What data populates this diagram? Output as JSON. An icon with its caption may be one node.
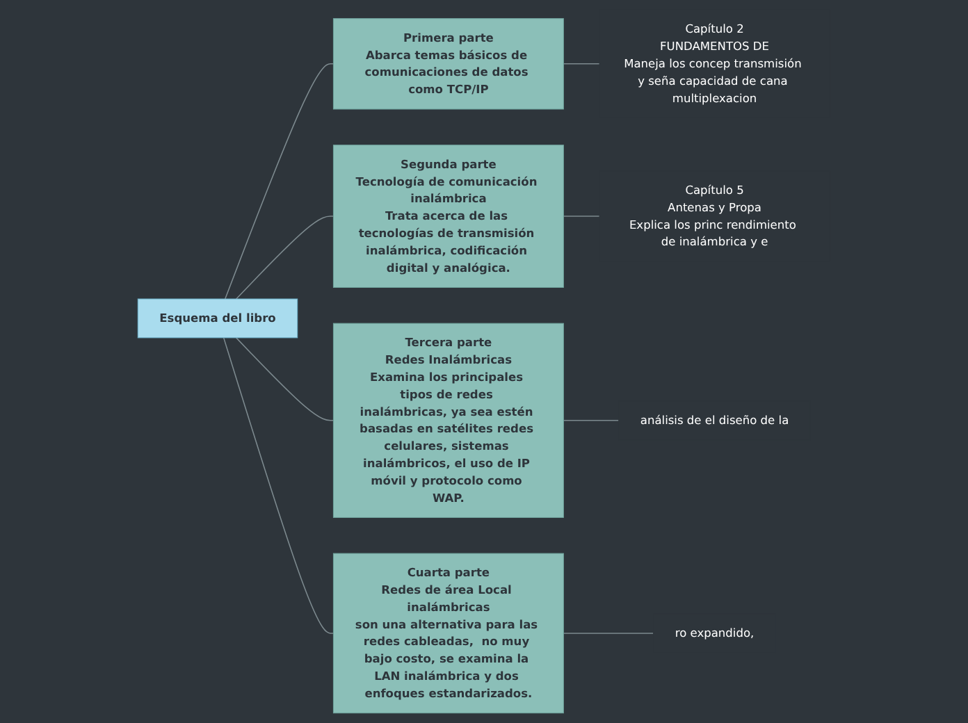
{
  "diagram": {
    "nodes": [
      {
        "text": [
          "Esquema del libro"
        ]
      },
      {
        "text": [
          "Primera parte",
          "Abarca temas básicos de comunicaciones de datos como TCP/IP"
        ]
      },
      {
        "text": [
          "Segunda parte",
          "Tecnología de comunicación inalámbrica",
          "Trata acerca de las tecnologías de transmisión inalámbrica, codificación digital y analógica."
        ]
      },
      {
        "text": [
          "Tercera parte",
          "Redes Inalámbricas",
          "Examina los principales tipos de redes inalámbricas, ya sea estén basadas en satélites redes celulares, sistemas inalámbricos, el uso de IP móvil y protocolo como WAP."
        ]
      },
      {
        "text": [
          "Cuarta parte",
          "Redes de área Local inalámbricas",
          "son una alternativa para las redes cableadas,  no muy bajo costo, se examina la LAN inalámbrica y dos enfoques estandarizados."
        ]
      },
      {
        "text": [
          "Capítulo 2",
          "FUNDAMENTOS DE",
          "Maneja los concep transmisión y seña capacidad de cana multiplexacion"
        ]
      },
      {
        "text": [
          "Capítulo 5",
          "Antenas y Propa",
          "Explica los princ rendimiento de inalámbrica y e"
        ]
      },
      {
        "text": [
          "análisis de el diseño de la"
        ]
      },
      {
        "text": [
          "ro expandido,"
        ]
      }
    ],
    "edges": [
      {
        "from": 0,
        "to": 1,
        "arrow": "none"
      },
      {
        "from": 0,
        "to": 2,
        "arrow": "none"
      },
      {
        "from": 0,
        "to": 3,
        "arrow": "none"
      },
      {
        "from": 0,
        "to": 4,
        "arrow": "none"
      },
      {
        "from": 1,
        "to": 5,
        "arrow": "none"
      },
      {
        "from": 2,
        "to": 6,
        "arrow": "none"
      },
      {
        "from": 3,
        "to": 7,
        "arrow": "none"
      },
      {
        "from": 4,
        "to": 8,
        "arrow": "none"
      }
    ]
  }
}
